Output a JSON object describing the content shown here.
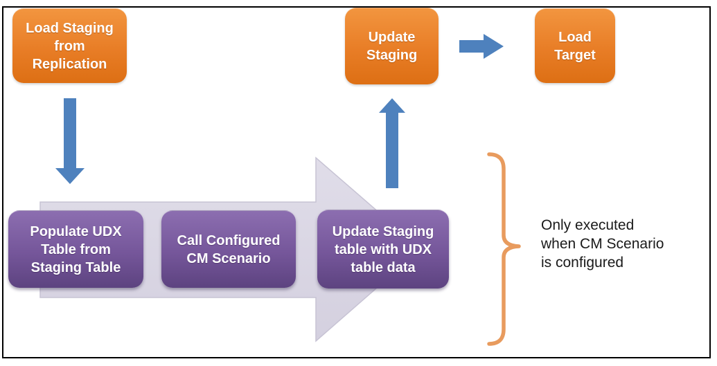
{
  "nodes": {
    "load_staging": "Load Staging from Replication",
    "update_staging": "Update Staging",
    "load_target": "Load Target",
    "populate_udx": "Populate UDX Table from Staging Table",
    "call_cm": "Call Configured CM Scenario",
    "update_udx": "Update Staging table with UDX table data"
  },
  "annotation": "Only executed\nwhen CM Scenario\nis configured",
  "icons": {
    "down_arrow": "down-arrow",
    "up_arrow": "up-arrow",
    "right_arrow": "right-arrow",
    "process_arrow": "large-right-process-arrow",
    "brace": "right-curly-brace"
  },
  "colors": {
    "orange_top": "#F2953F",
    "orange_bottom": "#DD6F14",
    "purple_top": "#8C6EB0",
    "purple_bottom": "#5D4380",
    "arrow_blue": "#4E81BD",
    "process_arrow_gray": "#D9D6E2",
    "brace_orange": "#E89B5E",
    "border_black": "#000000",
    "annotation_text": "#1A1A1A"
  }
}
